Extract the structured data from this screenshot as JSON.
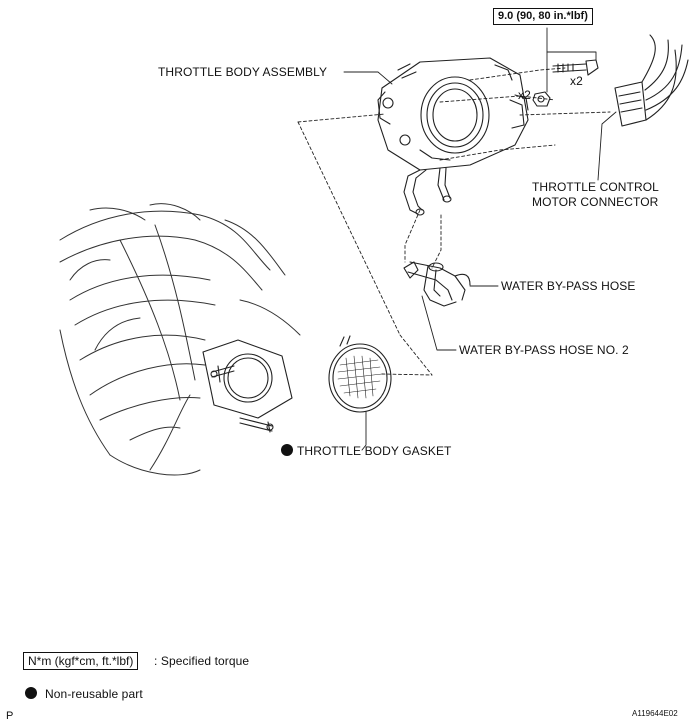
{
  "torque_spec": "9.0 (90, 80 in.*lbf)",
  "multipliers": [
    "x2",
    "x2"
  ],
  "labels": {
    "throttle_body_assembly": "THROTTLE BODY ASSEMBLY",
    "throttle_control_motor_connector_line1": "THROTTLE CONTROL",
    "throttle_control_motor_connector_line2": "MOTOR CONNECTOR",
    "water_bypass_hose": "WATER BY-PASS HOSE",
    "water_bypass_hose_no2": "WATER BY-PASS HOSE NO. 2",
    "throttle_body_gasket": "THROTTLE BODY GASKET"
  },
  "legend": {
    "torque_unit": "N*m (kgf*cm, ft.*lbf)",
    "torque_desc": ": Specified torque",
    "nonreusable": "Non-reusable part"
  },
  "footer": {
    "left": "P",
    "code": "A119644E02"
  }
}
